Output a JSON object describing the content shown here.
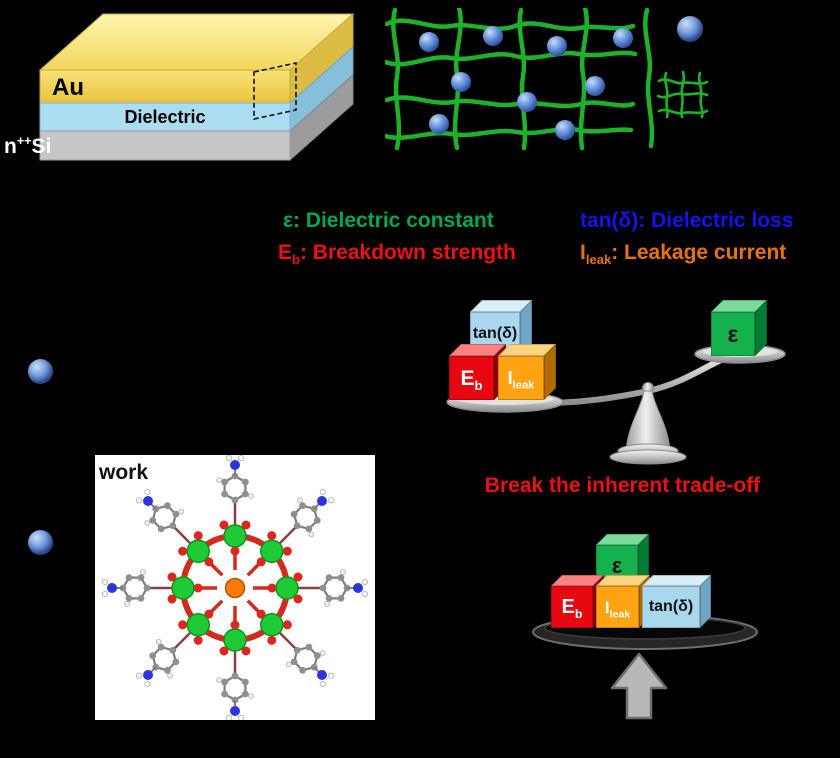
{
  "device": {
    "electrode_label": "Au",
    "dielectric_label": "Dielectric",
    "substrate_base": "n",
    "substrate_sup": "++",
    "substrate_rest": "Si"
  },
  "legend": {
    "epsilon_symbol": "ε",
    "epsilon_rest": ": Dielectric constant",
    "tand_symbol": "tan(δ)",
    "tand_rest": ": Dielectric loss",
    "eb_base": "E",
    "eb_sub": "b",
    "eb_rest": ": Breakdown strength",
    "ileak_base": "I",
    "ileak_sub": "leak",
    "ileak_rest": ": Leakage current"
  },
  "captions": {
    "framework_visible_text": "work",
    "tradeoff": "Break the inherent trade-off"
  },
  "cubes": {
    "tand_label": "tan(δ)",
    "eb_base": "E",
    "eb_sub": "b",
    "ileak_base": "I",
    "ileak_sub": "leak",
    "epsilon_label": "ε"
  },
  "colors": {
    "epsilon_green": "#00a94f",
    "tand_blue": "#1313ef",
    "eb_red": "#ee1111",
    "ileak_orange": "#e8720c",
    "tradeoff_red": "#ed1111",
    "network_green": "#1cb32b",
    "gold_electrode": "#efce52",
    "dielectric_blue": "#abddf1",
    "substrate_gray": "#c6c6c6"
  }
}
